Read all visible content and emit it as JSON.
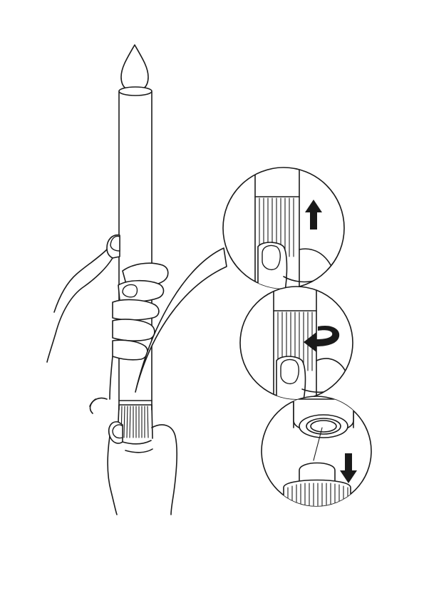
{
  "figure": {
    "steps": [
      {
        "action": "pull-up",
        "arrow": "up-arrow-icon"
      },
      {
        "action": "twist",
        "arrow": "rotate-arrow-icon"
      },
      {
        "action": "separate-down",
        "arrow": "down-arrow-icon"
      }
    ],
    "colors": {
      "line": "#1a1a1a",
      "background": "#ffffff"
    }
  }
}
